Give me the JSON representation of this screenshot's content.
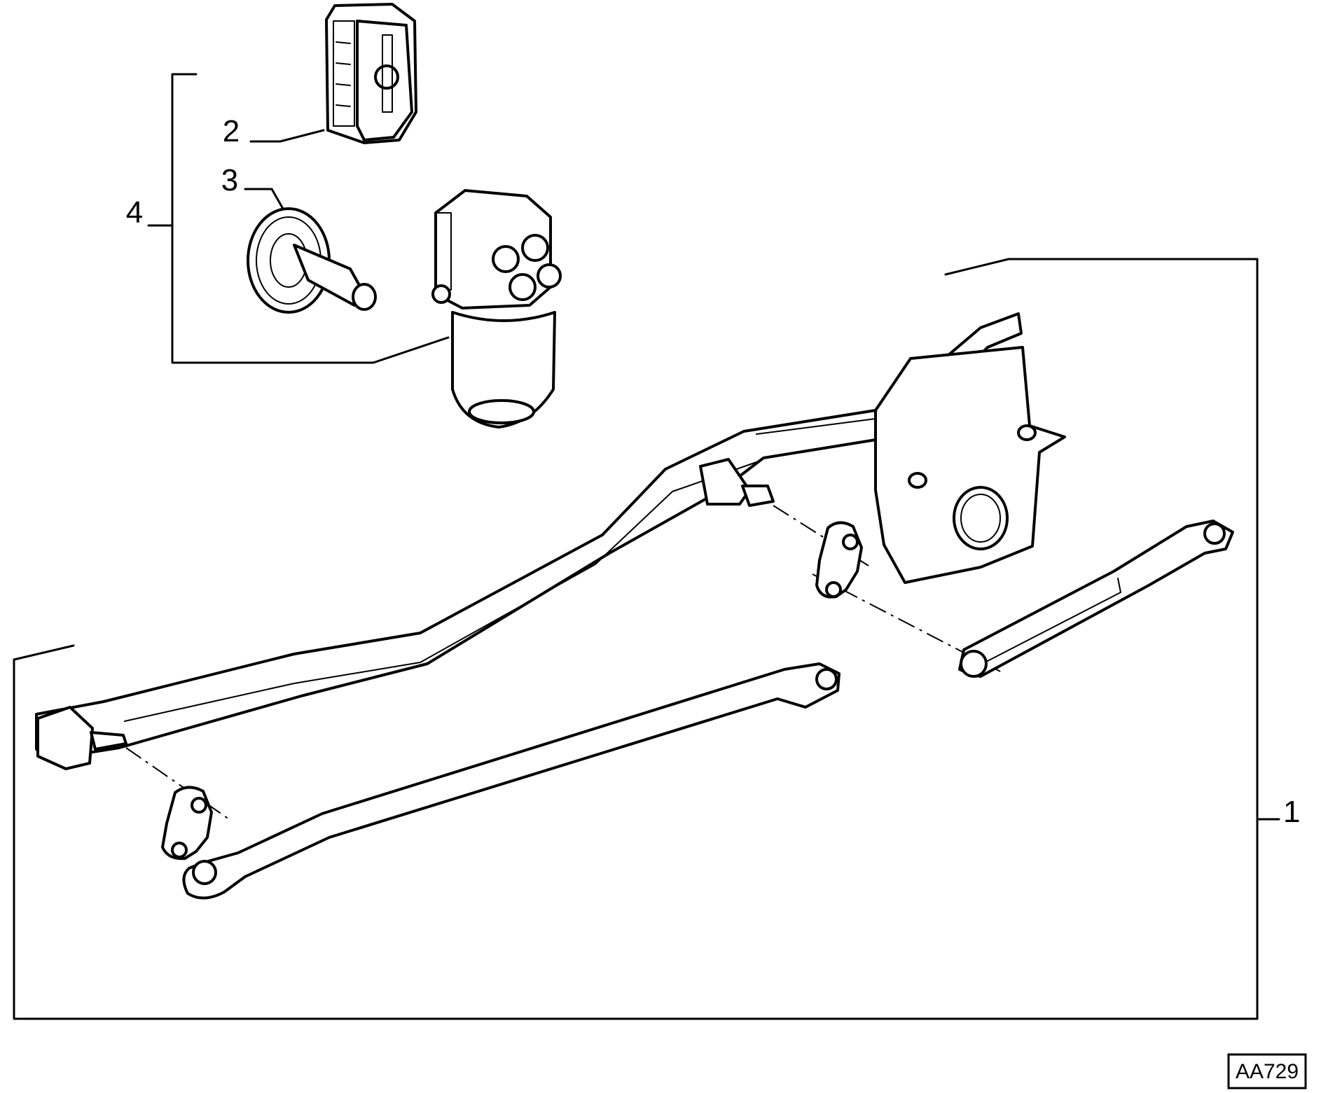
{
  "callouts": {
    "c1": "1",
    "c2": "2",
    "c3": "3",
    "c4": "4"
  },
  "reference_code": "AA729",
  "colors": {
    "line": "#000000",
    "background": "#ffffff"
  }
}
